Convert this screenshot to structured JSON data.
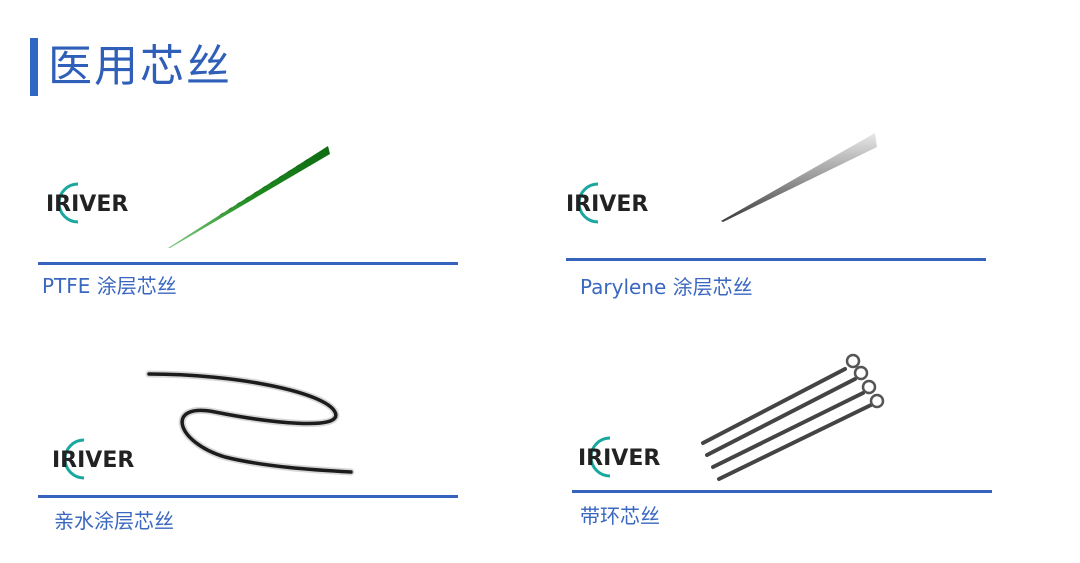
{
  "page": {
    "title": "医用芯丝"
  },
  "brand": {
    "logo_text": "IRIVER"
  },
  "products": [
    {
      "label": "PTFE 涂层芯丝"
    },
    {
      "label": "Parylene 涂层芯丝"
    },
    {
      "label": "亲水涂层芯丝"
    },
    {
      "label": "带环芯丝"
    }
  ],
  "colors": {
    "accent": "#2f67c6",
    "label": "#3a67c0",
    "ptfe_green": "#2aa52a"
  }
}
